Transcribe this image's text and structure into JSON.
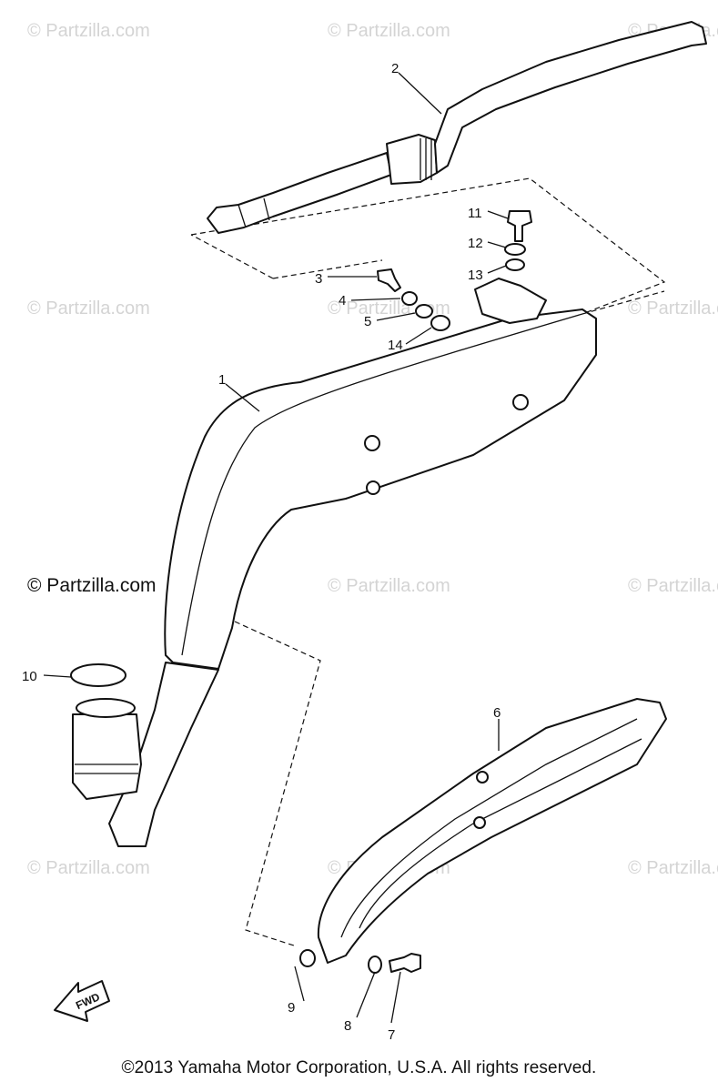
{
  "watermark": {
    "text": "© Partzilla.com",
    "strong_text": "© Partzilla.com"
  },
  "callouts": {
    "p1": "1",
    "p2": "2",
    "p3": "3",
    "p4": "4",
    "p5": "5",
    "p6": "6",
    "p7": "7",
    "p8": "8",
    "p9": "9",
    "p10": "10",
    "p11": "11",
    "p12": "12",
    "p13": "13",
    "p14": "14"
  },
  "fwd_label": "FWD",
  "footer": {
    "copyright": "©2013  Yamaha Motor Corporation, U.S.A. All rights reserved."
  }
}
